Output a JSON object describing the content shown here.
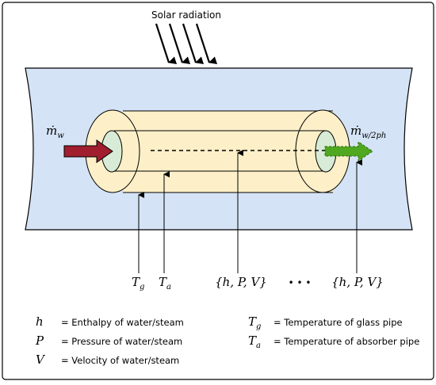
{
  "radiation_label": "Solar radiation",
  "inlet": {
    "symbol": "ṁ",
    "subscript": "w"
  },
  "outlet": {
    "symbol": "ṁ",
    "subscript": "w/2ph"
  },
  "probes": {
    "glass": {
      "symbol": "T",
      "subscript": "g"
    },
    "absorber": {
      "symbol": "T",
      "subscript": "a"
    },
    "state_first": "{h, P, V}",
    "ellipsis": "• • •",
    "state_last": "{h, P, V}"
  },
  "legend_left": [
    {
      "symbol": "h",
      "subscript": "",
      "description": "= Enthalpy of water/steam"
    },
    {
      "symbol": "P",
      "subscript": "",
      "description": "= Pressure of water/steam"
    },
    {
      "symbol": "V",
      "subscript": "",
      "description": "= Velocity of water/steam"
    }
  ],
  "legend_right": [
    {
      "symbol": "T",
      "subscript": "g",
      "description": "= Temperature of glass pipe"
    },
    {
      "symbol": "T",
      "subscript": "a",
      "description": "= Temperature of absorber pipe"
    }
  ],
  "colors": {
    "background_region": "#d5e3f6",
    "glass_pipe": "#fdf0c8",
    "absorber_end": "#d8ebd6",
    "inlet_arrow": "#a01e2e",
    "outlet_arrow": "#4fa81f"
  }
}
